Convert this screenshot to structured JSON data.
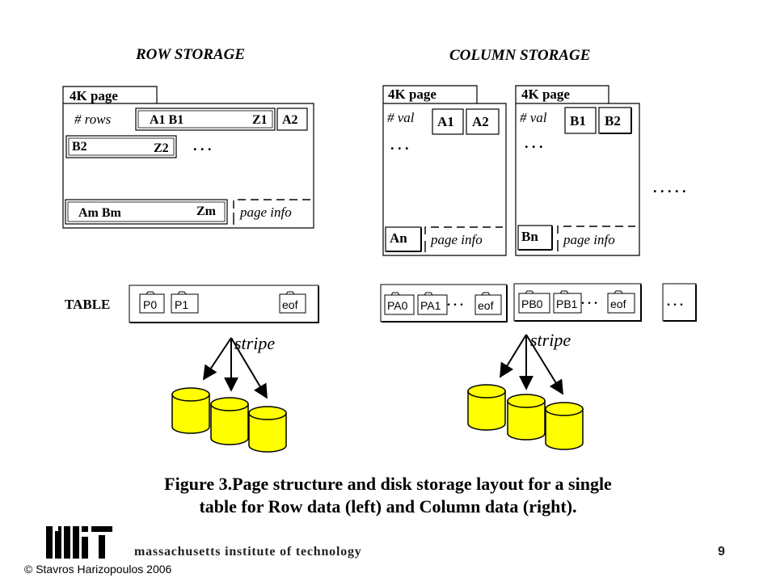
{
  "row_storage": {
    "title": "ROW STORAGE",
    "page_header": "4K page",
    "rows_label": "# rows",
    "record1": {
      "start": "A1 B1",
      "end": "Z1"
    },
    "next_record_start": "A2",
    "record2": {
      "start": "B2",
      "end": "Z2"
    },
    "ellipsis": ". . .",
    "record_m": {
      "start": "Am Bm",
      "end": "Zm"
    },
    "page_info": "page info",
    "table_label": "TABLE",
    "pages": [
      "P0",
      "P1",
      "eof"
    ],
    "stripe_label": "stripe"
  },
  "column_storage": {
    "title": "COLUMN STORAGE",
    "page_a": {
      "header": "4K page",
      "val_label": "# val",
      "values": [
        "A1",
        "A2"
      ],
      "ellipsis": ". . .",
      "last": "An",
      "page_info": "page info"
    },
    "page_b": {
      "header": "4K page",
      "val_label": "# val",
      "values": [
        "B1",
        "B2"
      ],
      "ellipsis": ". . .",
      "last": "Bn",
      "page_info": "page info"
    },
    "more_pages": ". . . . .",
    "file_a_pages": [
      "PA0",
      "PA1",
      "eof"
    ],
    "file_b_pages": [
      "PB0",
      "PB1",
      "eof"
    ],
    "file_ellipsis": ". . .",
    "more_files": ". . .",
    "stripe_label": "stripe"
  },
  "colors": {
    "disk_fill": "#FFFF00",
    "disk_stroke": "#000000",
    "ink": "#000000"
  },
  "caption": "Figure 3.Page structure and disk storage layout for a single\ntable for Row data (left) and Column data (right).",
  "footer": {
    "logo": "MIT",
    "institution": "massachusetts institute of technology",
    "page_number": "9",
    "copyright": "© Stavros Harizopoulos 2006"
  }
}
